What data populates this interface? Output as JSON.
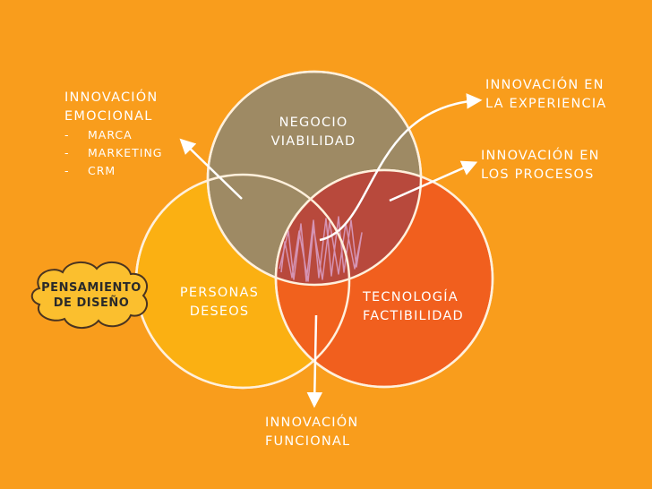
{
  "circles": {
    "negocio": {
      "color": "#9e8a64",
      "line1": "NEGOCIO",
      "line2": "VIABILIDAD"
    },
    "personas": {
      "color": "#fbb012",
      "line1": "PERSONAS",
      "line2": "DESEOS"
    },
    "tecnologia": {
      "color": "#f05a1e",
      "line1": "TECNOLOGÍA",
      "line2": "FACTIBILIDAD"
    },
    "overlap_color": "#b8493c",
    "outline_color": "#fff0dc"
  },
  "emocional": {
    "line1": "INNOVACIÓN",
    "line2": "EMOCIONAL",
    "items": [
      {
        "dash": "-",
        "text": "MARCA"
      },
      {
        "dash": "-",
        "text": "MARKETING"
      },
      {
        "dash": "-",
        "text": "CRM"
      }
    ]
  },
  "experiencia": {
    "line1": "INNOVACIÓN EN",
    "line2": "LA EXPERIENCIA"
  },
  "procesos": {
    "line1": "INNOVACIÓN EN",
    "line2": "LOS PROCESOS"
  },
  "funcional": {
    "line1": "INNOVACIÓN",
    "line2": "FUNCIONAL"
  },
  "pensamiento": {
    "line1": "PENSAMIENTO",
    "line2": "DE DISEÑO",
    "fill": "#fbbf2e"
  }
}
